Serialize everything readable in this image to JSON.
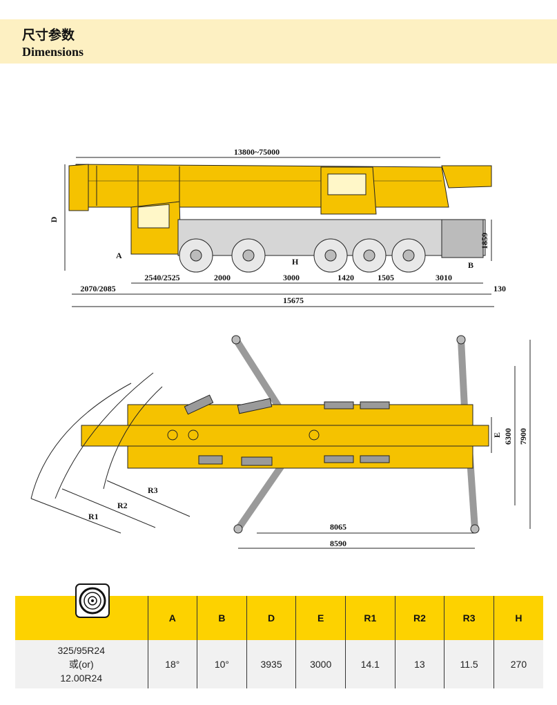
{
  "header": {
    "title_zh": "尺寸参数",
    "title_en": "Dimensions"
  },
  "side_view": {
    "boom_length": "13800~75000",
    "label_D": "D",
    "label_A": "A",
    "label_B": "B",
    "label_H": "H",
    "height_1859": "1859",
    "dims": [
      "2540/2525",
      "2000",
      "3000",
      "1420",
      "1505",
      "3010"
    ],
    "front_overhang": "2070/2085",
    "rear": "130",
    "total_length": "15675"
  },
  "top_view": {
    "label_R1": "R1",
    "label_R2": "R2",
    "label_R3": "R3",
    "label_E": "E",
    "width_6300": "6300",
    "width_7900": "7900",
    "length_8065": "8065",
    "length_8590": "8590"
  },
  "colors": {
    "yellow": "#f5c200",
    "header_bg": "#fdf0c2",
    "table_head": "#fdd200",
    "outrigger": "#9a9a9a"
  },
  "table": {
    "icon": "tyre-icon",
    "headers": [
      "",
      "A",
      "B",
      "D",
      "E",
      "R1",
      "R2",
      "R3",
      "H"
    ],
    "tyre_lines": [
      "325/95R24",
      "或(or)",
      "12.00R24"
    ],
    "values": [
      "18°",
      "10°",
      "3935",
      "3000",
      "14.1",
      "13",
      "11.5",
      "270"
    ]
  }
}
